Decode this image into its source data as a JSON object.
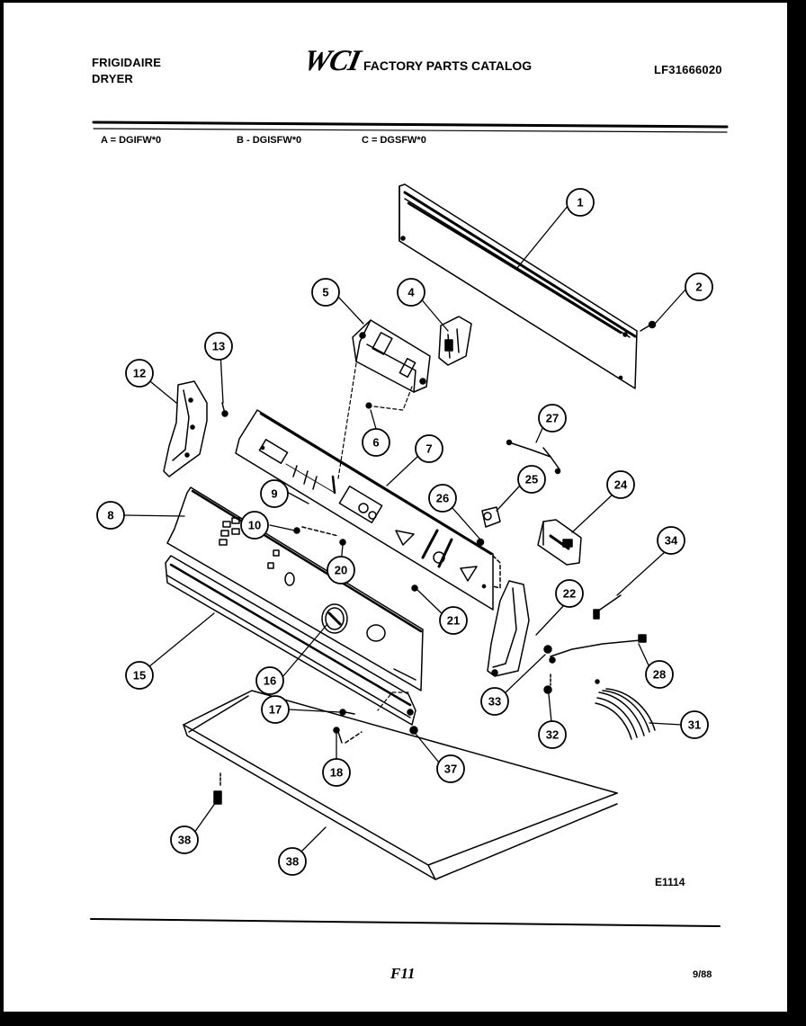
{
  "header": {
    "brand_line1": "FRIGIDAIRE",
    "brand_line2": "DRYER",
    "logo": "WCI",
    "catalog_title": "FACTORY PARTS CATALOG",
    "catalog_number": "LF31666020"
  },
  "models": {
    "a": "A = DGIFW*0",
    "b": "B - DGISFW*0",
    "c": "C = DGSFW*0"
  },
  "callouts": [
    "1",
    "2",
    "4",
    "5",
    "6",
    "7",
    "8",
    "9",
    "10",
    "12",
    "13",
    "15",
    "16",
    "17",
    "18",
    "20",
    "21",
    "22",
    "24",
    "25",
    "26",
    "27",
    "28",
    "31",
    "32",
    "33",
    "34",
    "37",
    "38",
    "38"
  ],
  "figure_id": "E1114",
  "footer": {
    "page_code": "F11",
    "date": "9/88"
  }
}
